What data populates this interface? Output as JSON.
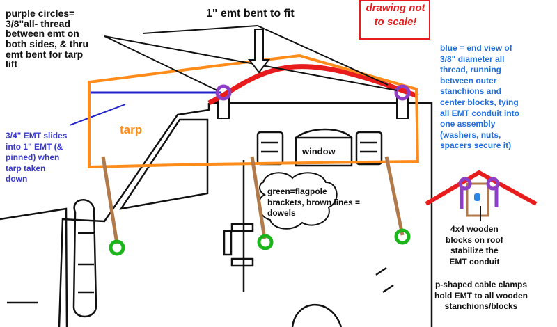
{
  "colors": {
    "tarp": "#ff8c1a",
    "emt_1in": "#e81c1c",
    "emt_3_4in": "#2222cc",
    "all_thread": "#8e3fc4",
    "flagpole_bracket": "#1cb51c",
    "dowel": "#b07a4a",
    "end_view_center": "#2a86e6",
    "block": "#b07a4a",
    "note_red": "#e81c1c"
  },
  "labels": {
    "purple_circles": [
      "purple circles=",
      "3/8\"all- thread",
      "between emt on",
      "both sides, & thru",
      "emt bent for tarp",
      "lift"
    ],
    "emt_bent": "1\" emt bent to fit",
    "not_to_scale": [
      "drawing not",
      "to scale!"
    ],
    "blue_end_view": [
      "blue = end view of",
      "3/8\" diameter all",
      "thread, running",
      "between outer",
      "stanchions and",
      "center blocks, tying",
      "all EMT conduit into",
      "one assembly",
      "(washers, nuts,",
      "spacers secure it)"
    ],
    "emt_slides": [
      "3/4\" EMT slides",
      "into 1\" EMT (&",
      "pinned) when",
      "tarp taken",
      "down"
    ],
    "tarp": "tarp",
    "window": "window",
    "green_flagpole": [
      "green=flagpole",
      "brackets, brown lines =",
      "dowels"
    ],
    "wooden_blocks": [
      "4x4 wooden",
      "blocks on roof",
      "stabilize the",
      "EMT conduit"
    ],
    "cable_clamps": [
      "p-shaped cable clamps",
      "hold EMT to all wooden",
      "stanchions/blocks"
    ]
  }
}
